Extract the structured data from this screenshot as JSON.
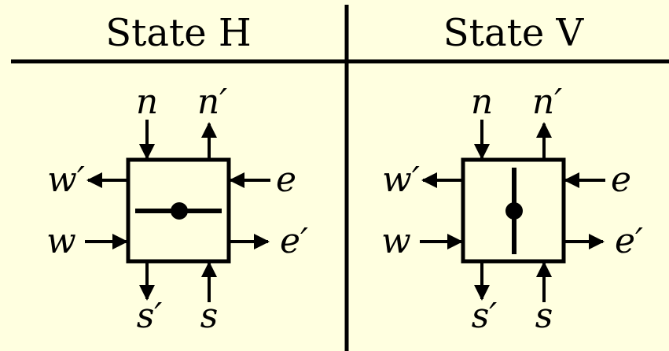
{
  "panels": [
    {
      "title": "State H",
      "orientation": "horizontal",
      "labels": {
        "n": "n",
        "n_prime": "n′",
        "w_prime": "w′",
        "w": "w",
        "e": "e",
        "e_prime": "e′",
        "s_prime": "s′",
        "s": "s"
      }
    },
    {
      "title": "State V",
      "orientation": "vertical",
      "labels": {
        "n": "n",
        "n_prime": "n′",
        "w_prime": "w′",
        "w": "w",
        "e": "e",
        "e_prime": "e′",
        "s_prime": "s′",
        "s": "s"
      }
    }
  ]
}
